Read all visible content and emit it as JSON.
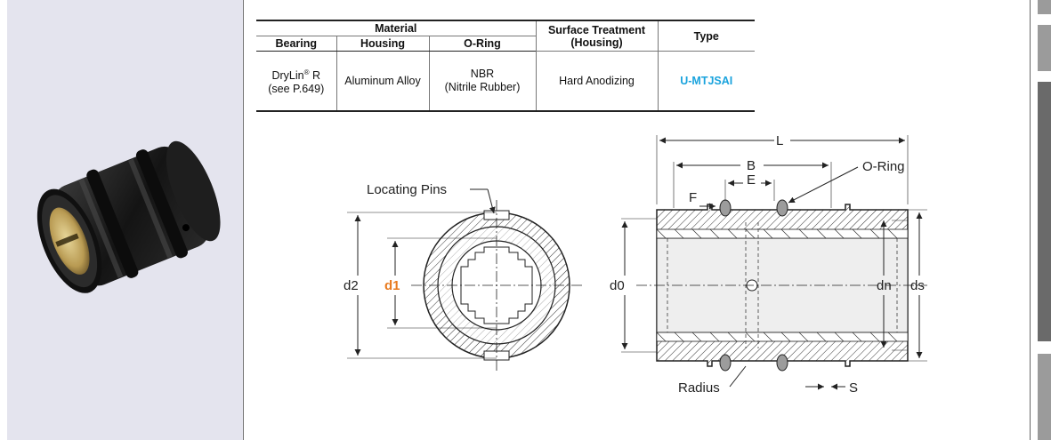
{
  "spec_table": {
    "header_material": "Material",
    "header_bearing": "Bearing",
    "header_housing": "Housing",
    "header_oring": "O-Ring",
    "header_surface_1": "Surface Treatment",
    "header_surface_2": "(Housing)",
    "header_type": "Type",
    "bearing_value_1": "DryLin",
    "bearing_value_reg": "®",
    "bearing_value_2": " R",
    "bearing_value_3": "(see P.649)",
    "housing_value": "Aluminum Alloy",
    "oring_value_1": "NBR",
    "oring_value_2": "(Nitrile Rubber)",
    "surface_value": "Hard Anodizing",
    "type_value": "U-MTJSAI"
  },
  "drawing": {
    "locating_pins": "Locating Pins",
    "d2": "d2",
    "d1": "d1",
    "d0": "d0",
    "L": "L",
    "B": "B",
    "E": "E",
    "F": "F",
    "o_ring": "O-Ring",
    "dn": "dn",
    "ds": "ds",
    "radius": "Radius",
    "S": "S"
  },
  "colors": {
    "type_code": "#1aa3dd",
    "d1_label": "#e87a1e",
    "left_panel": "#e4e4ee"
  }
}
